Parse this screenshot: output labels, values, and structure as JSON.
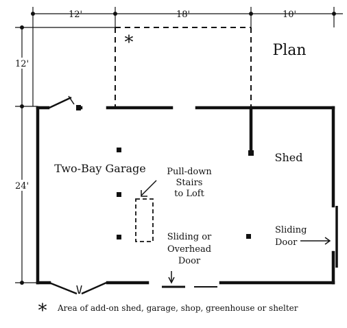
{
  "title": "Plan",
  "dimensions": {
    "left_width": "12'",
    "middle_width": "18'",
    "right_width": "10'",
    "top_depth": "12'",
    "main_depth": "24'"
  },
  "rooms": {
    "garage": "Two-Bay Garage",
    "shed": "Shed"
  },
  "annotations": {
    "stairs": [
      "Pull-down",
      "Stairs",
      "to Loft"
    ],
    "overhead_door": [
      "Sliding or",
      "Overhead",
      "Door"
    ],
    "sliding_door": [
      "Sliding",
      "Door"
    ]
  },
  "addon_marker": "*",
  "footnote_marker": "*",
  "footnote": "Area of add-on shed, garage, shop, greenhouse or shelter"
}
